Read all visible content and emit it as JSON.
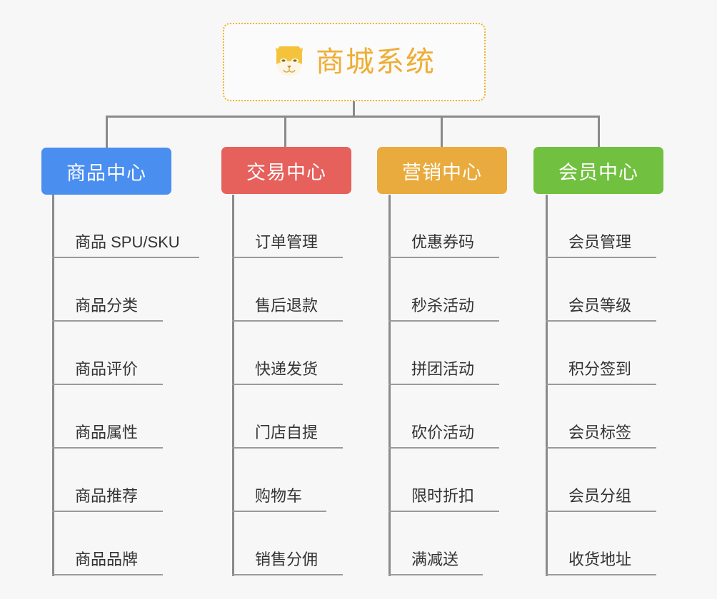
{
  "root": {
    "title": "商城系统",
    "icon": "shiba-dog-icon",
    "border_color": "#f0b429",
    "title_color": "#eeae34",
    "background": "#fbfbfb"
  },
  "canvas": {
    "background": "#f7f7f7",
    "connector_color": "#8a8a8a",
    "leaf_rule_color": "#9a9a9a",
    "leaf_text_color": "#333333"
  },
  "branches": [
    {
      "label": "商品中心",
      "color": "#4a8ef0",
      "leaves": [
        "商品 SPU/SKU",
        "商品分类",
        "商品评价",
        "商品属性",
        "商品推荐",
        "商品品牌"
      ]
    },
    {
      "label": "交易中心",
      "color": "#e6605c",
      "leaves": [
        "订单管理",
        "售后退款",
        "快递发货",
        "门店自提",
        "购物车",
        "销售分佣"
      ]
    },
    {
      "label": "营销中心",
      "color": "#e9ab3d",
      "leaves": [
        "优惠券码",
        "秒杀活动",
        "拼团活动",
        "砍价活动",
        "限时折扣",
        "满减送"
      ]
    },
    {
      "label": "会员中心",
      "color": "#72c040",
      "leaves": [
        "会员管理",
        "会员等级",
        "积分签到",
        "会员标签",
        "会员分组",
        "收货地址"
      ]
    }
  ]
}
